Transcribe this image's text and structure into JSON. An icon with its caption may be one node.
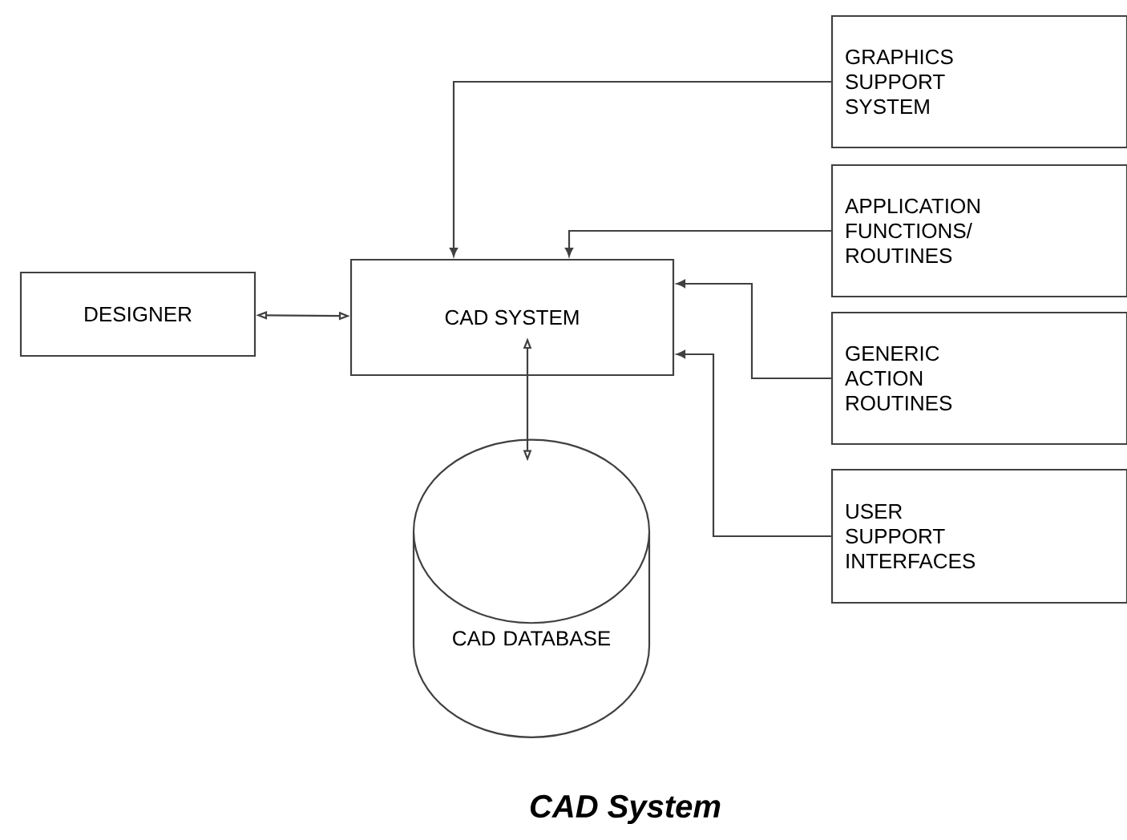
{
  "diagram": {
    "caption": "CAD System",
    "nodes": [
      {
        "text": [
          "DESIGNER"
        ]
      },
      {
        "text": [
          "CAD SYSTEM"
        ]
      },
      {
        "text": [
          "GRAPHICS SUPPORT SYSTEM"
        ]
      },
      {
        "text": [
          "APPLICATION FUNCTIONS/ ROUTINES"
        ]
      },
      {
        "text": [
          "GENERIC ACTION ROUTINES"
        ]
      },
      {
        "text": [
          "USER SUPPORT INTERFACES"
        ]
      },
      {
        "text": [
          "CAD DATABASE"
        ]
      }
    ],
    "edges": [
      {
        "from": 0,
        "to": 1,
        "arrow": "both"
      },
      {
        "from": 2,
        "to": 1,
        "arrow": "to"
      },
      {
        "from": 3,
        "to": 1,
        "arrow": "to"
      },
      {
        "from": 4,
        "to": 1,
        "arrow": "to"
      },
      {
        "from": 5,
        "to": 1,
        "arrow": "to"
      },
      {
        "from": 1,
        "to": 6,
        "arrow": "both"
      }
    ]
  }
}
